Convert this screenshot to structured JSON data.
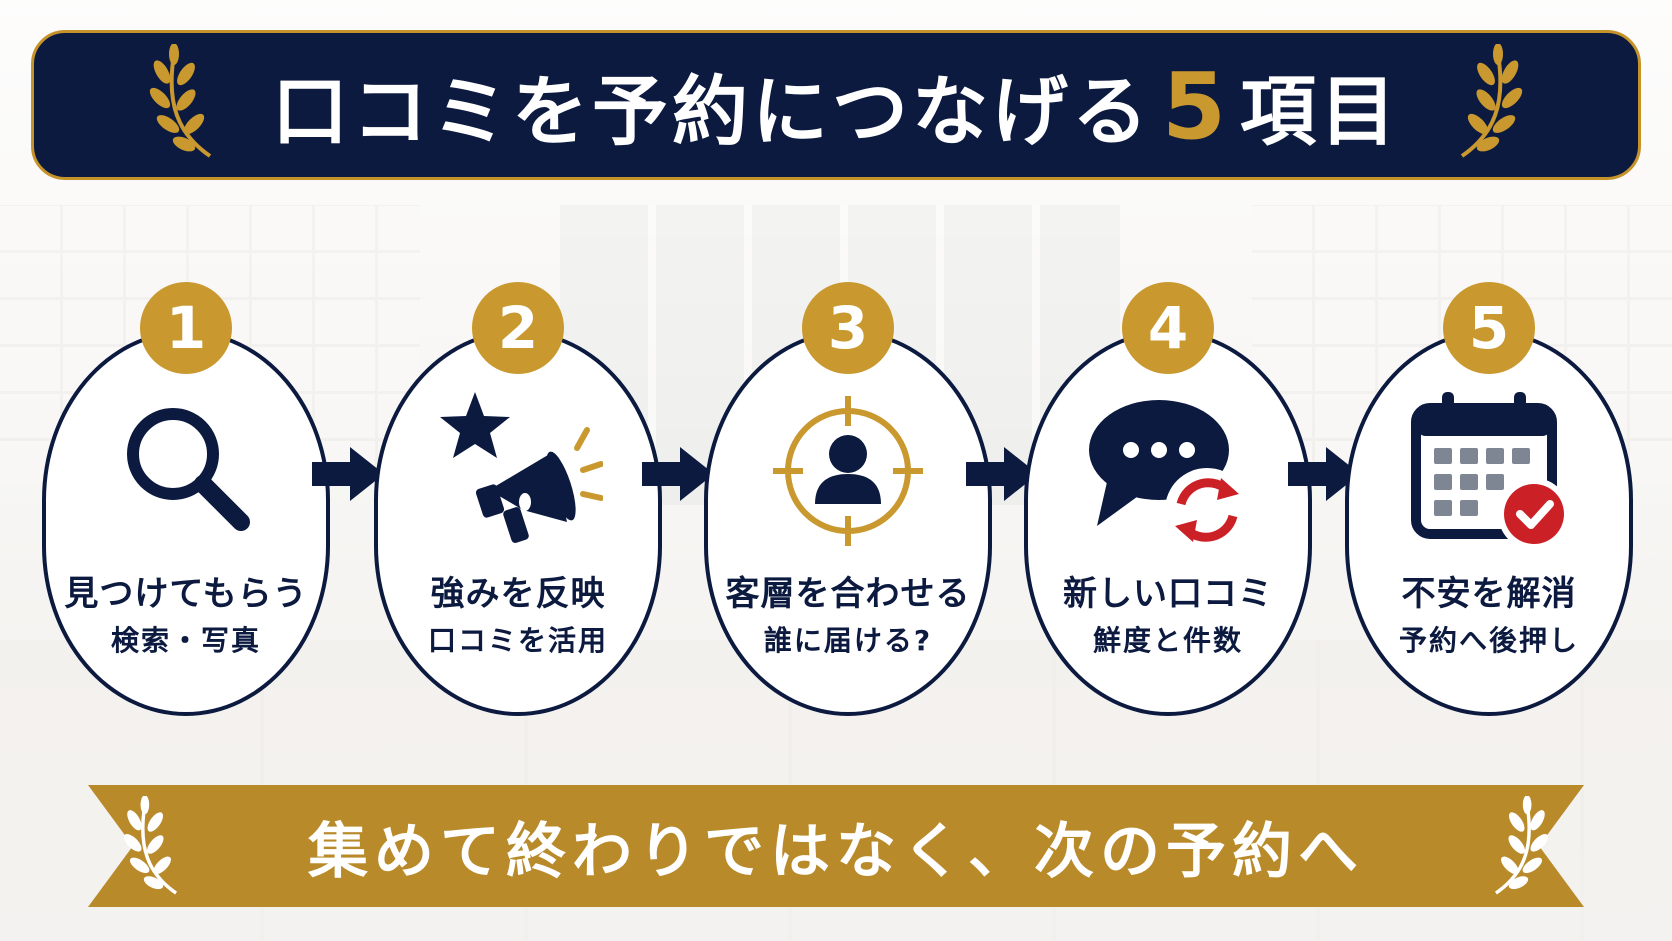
{
  "title": {
    "prefix": "口コミを予約につなげる",
    "number": "5",
    "suffix": "項目"
  },
  "colors": {
    "navy": "#0c1a40",
    "gold": "#c9982f",
    "red": "#cc2027",
    "gray": "#7e8694",
    "white": "#ffffff"
  },
  "steps": [
    {
      "number": "1",
      "title": "見つけてもらう",
      "subtitle": "検索・写真",
      "icon": "magnifier-icon"
    },
    {
      "number": "2",
      "title": "強みを反映",
      "subtitle": "口コミを活用",
      "icon": "star-megaphone-icon"
    },
    {
      "number": "3",
      "title": "客層を合わせる",
      "subtitle": "誰に届ける?",
      "icon": "target-person-icon"
    },
    {
      "number": "4",
      "title": "新しい口コミ",
      "subtitle": "鮮度と件数",
      "icon": "chat-refresh-icon"
    },
    {
      "number": "5",
      "title": "不安を解消",
      "subtitle": "予約へ後押し",
      "icon": "calendar-check-icon"
    }
  ],
  "footer": {
    "text": "集めて終わりではなく、次の予約へ"
  }
}
